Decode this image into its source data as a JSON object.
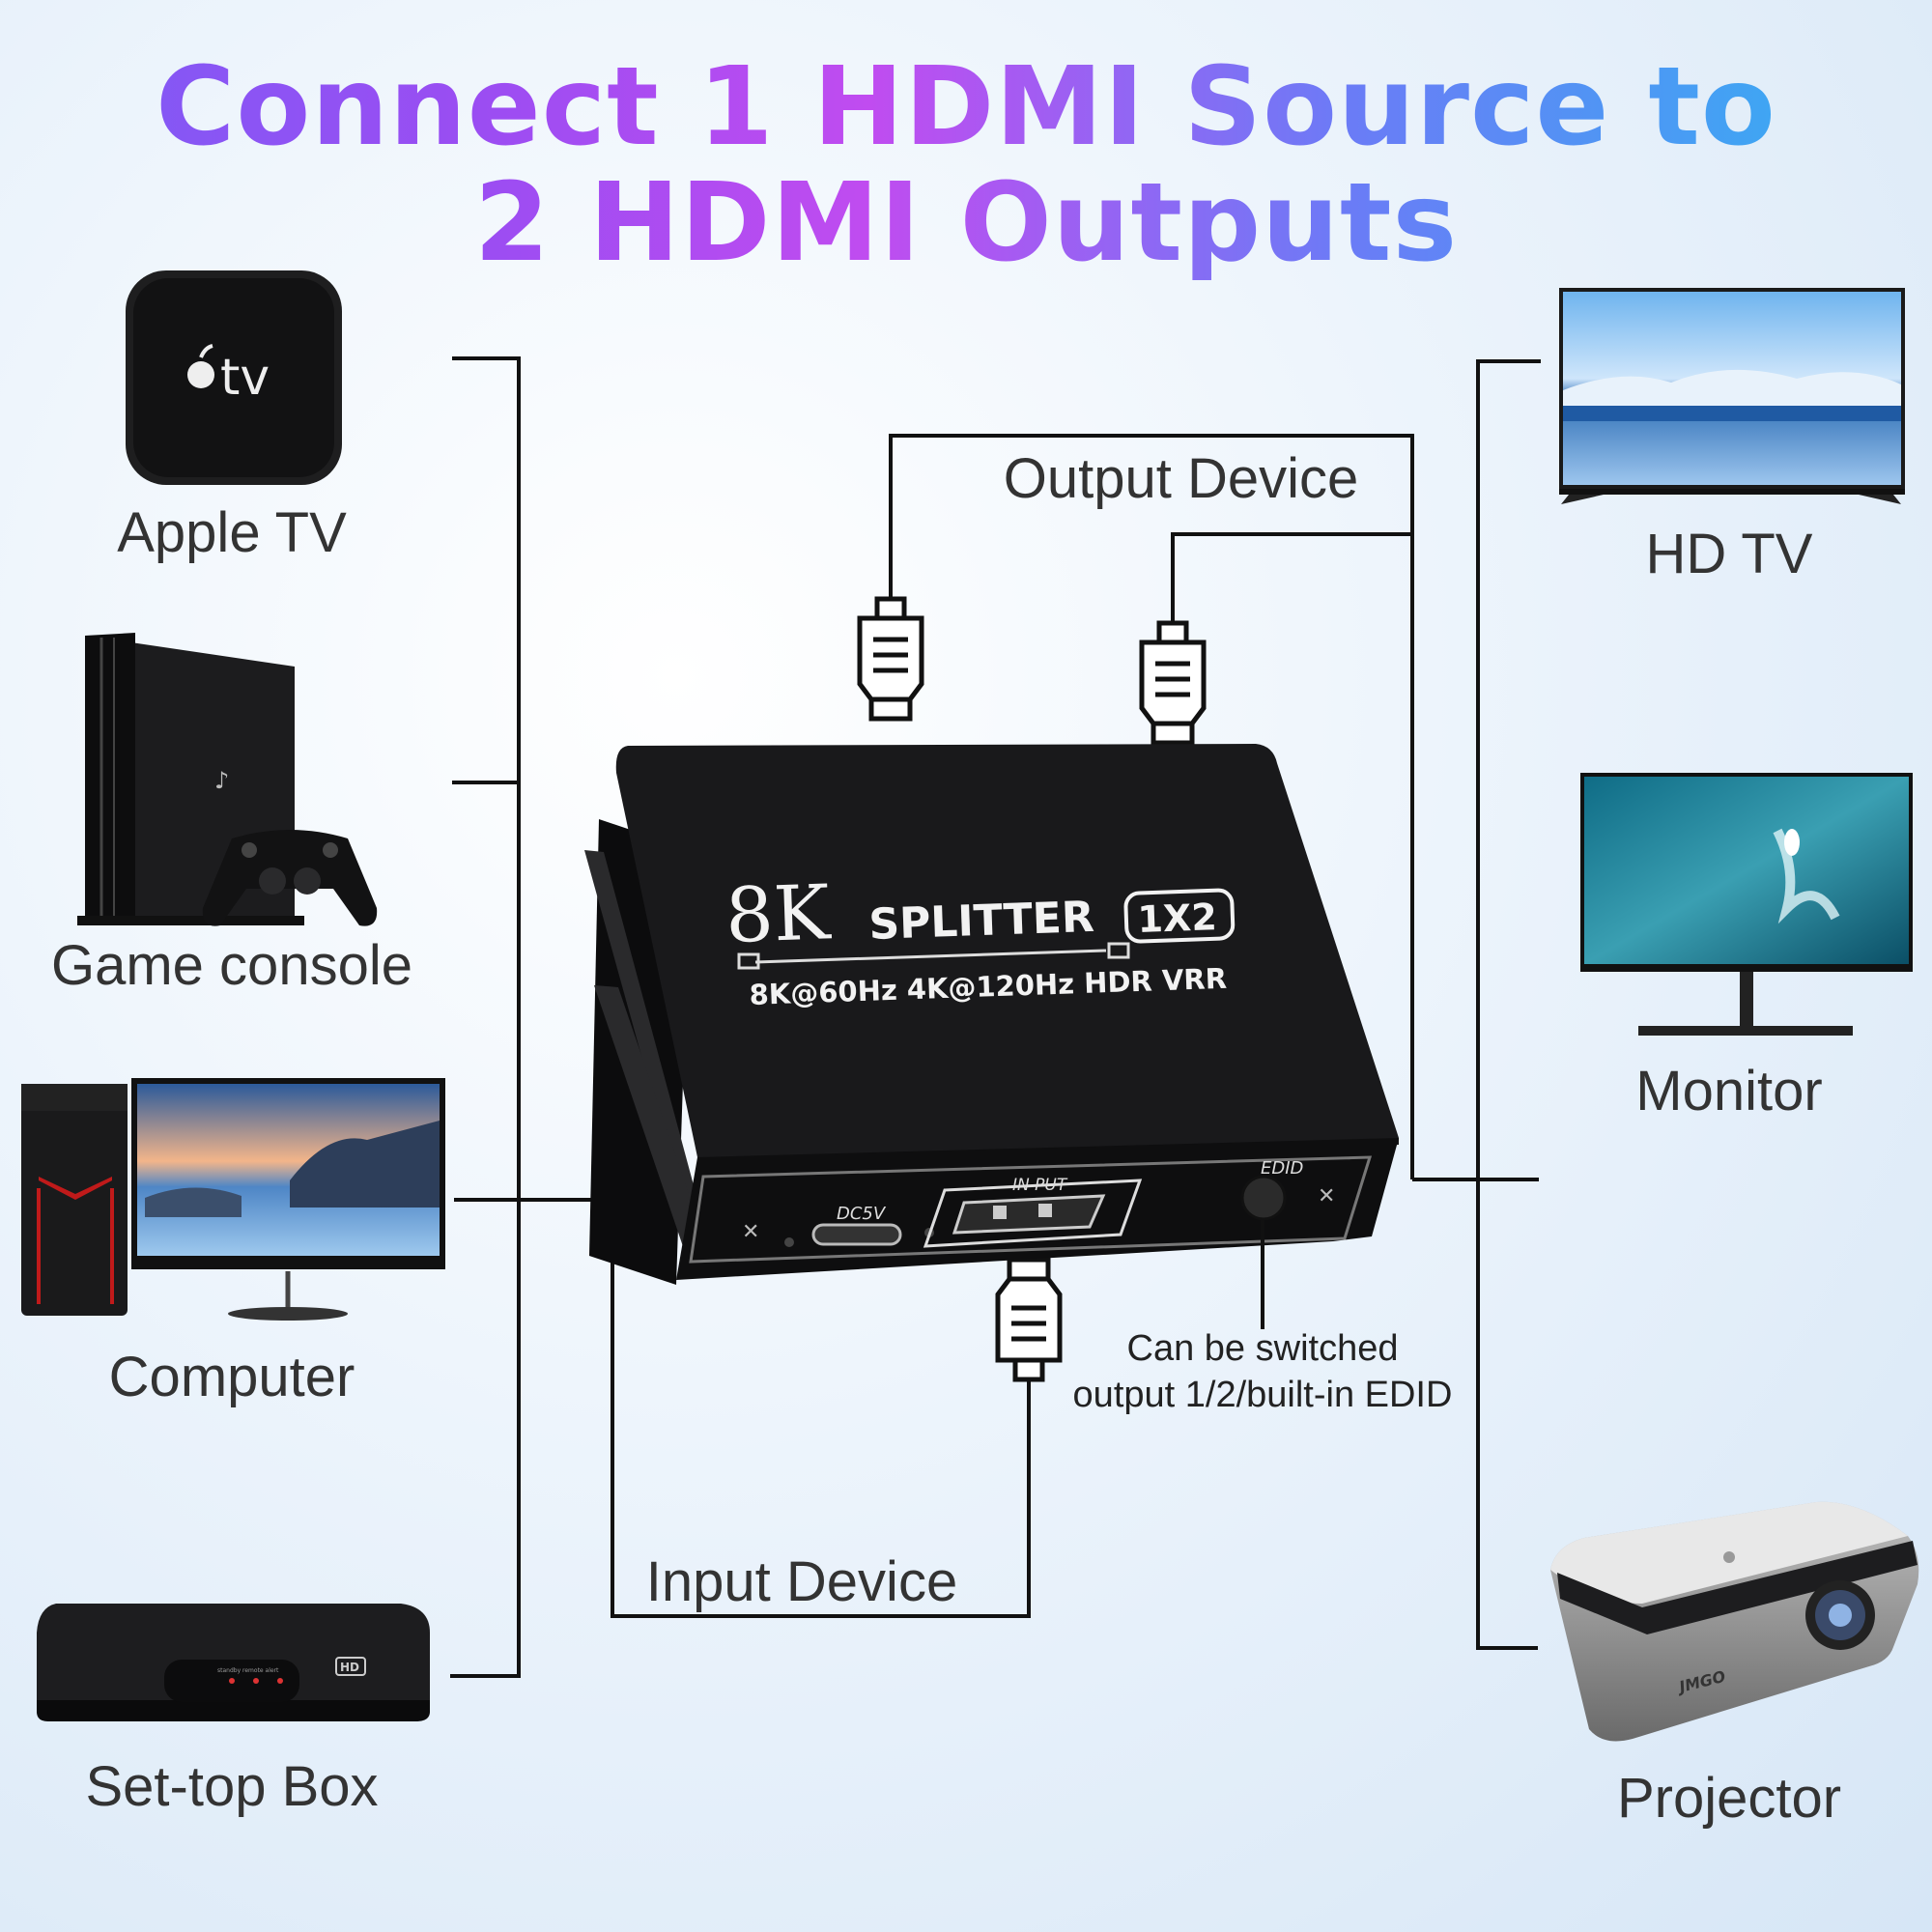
{
  "title": {
    "line1": "Connect 1 HDMI Source to",
    "line2": "2 HDMI Outputs"
  },
  "inputs": [
    {
      "label": "Apple TV",
      "icon": "apple-tv-icon"
    },
    {
      "label": "Game console",
      "icon": "game-console-icon"
    },
    {
      "label": "Computer",
      "icon": "computer-icon"
    },
    {
      "label": "Set-top Box",
      "icon": "set-top-box-icon"
    }
  ],
  "outputs": [
    {
      "label": "HD TV",
      "icon": "tv-icon"
    },
    {
      "label": "Monitor",
      "icon": "monitor-icon"
    },
    {
      "label": "Projector",
      "icon": "projector-icon"
    }
  ],
  "labels": {
    "output_device": "Output Device",
    "input_device": "Input Device",
    "edid_note_line1": "Can be switched",
    "edid_note_line2": "output 1/2/built-in EDID"
  },
  "device": {
    "brand_8k": "8K",
    "brand_splitter": "SPLITTER",
    "brand_ratio": "1X2",
    "spec_line": "8K@60Hz 4K@120Hz HDR VRR",
    "port_dc": "DC5V",
    "port_input": "IN PUT",
    "port_edid": "EDID"
  },
  "inner_logos": {
    "apple_tv_text": "tv",
    "stb_badge": "HD",
    "stb_leds": "standby  remote  alert",
    "projector_brand": "JMGO"
  },
  "colors": {
    "line": "#111111",
    "device_body": "#1b1b1d",
    "title_start": "#7b5cf6",
    "title_end": "#2fb5f2"
  }
}
